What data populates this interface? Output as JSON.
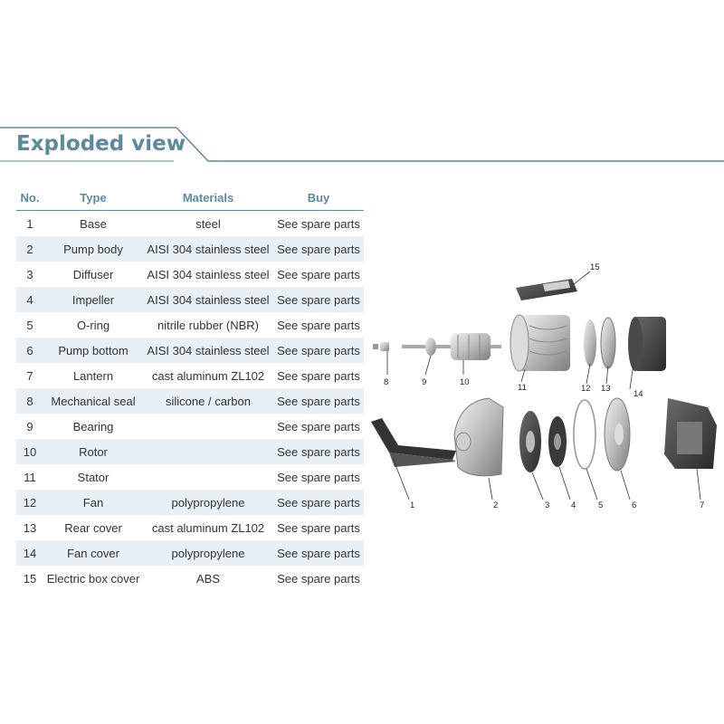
{
  "header": {
    "title": "Exploded view"
  },
  "table": {
    "columns": [
      "No.",
      "Type",
      "Materials",
      "Buy"
    ],
    "rows": [
      {
        "no": "1",
        "type": "Base",
        "material": "steel",
        "buy": "See spare parts"
      },
      {
        "no": "2",
        "type": "Pump body",
        "material": "AISI 304 stainless steel",
        "buy": "See spare parts"
      },
      {
        "no": "3",
        "type": "Diffuser",
        "material": "AISI 304 stainless steel",
        "buy": "See spare parts"
      },
      {
        "no": "4",
        "type": "Impeller",
        "material": "AISI 304 stainless steel",
        "buy": "See spare parts"
      },
      {
        "no": "5",
        "type": "O-ring",
        "material": "nitrile rubber (NBR)",
        "buy": "See spare parts"
      },
      {
        "no": "6",
        "type": "Pump bottom",
        "material": "AISI 304 stainless steel",
        "buy": "See spare parts"
      },
      {
        "no": "7",
        "type": "Lantern",
        "material": "cast aluminum ZL102",
        "buy": "See spare parts"
      },
      {
        "no": "8",
        "type": "Mechanical seal",
        "material": "silicone / carbon",
        "buy": "See spare parts"
      },
      {
        "no": "9",
        "type": "Bearing",
        "material": "",
        "buy": "See spare parts"
      },
      {
        "no": "10",
        "type": "Rotor",
        "material": "",
        "buy": "See spare parts"
      },
      {
        "no": "11",
        "type": "Stator",
        "material": "",
        "buy": "See spare parts"
      },
      {
        "no": "12",
        "type": "Fan",
        "material": "polypropylene",
        "buy": "See spare parts"
      },
      {
        "no": "13",
        "type": "Rear cover",
        "material": "cast aluminum ZL102",
        "buy": "See spare parts"
      },
      {
        "no": "14",
        "type": "Fan cover",
        "material": "polypropylene",
        "buy": "See spare parts"
      },
      {
        "no": "15",
        "type": "Electric box cover",
        "material": "ABS",
        "buy": "See spare parts"
      }
    ]
  },
  "diagram": {
    "callouts": [
      "1",
      "2",
      "3",
      "4",
      "5",
      "6",
      "7",
      "8",
      "9",
      "10",
      "11",
      "12",
      "13",
      "14",
      "15"
    ]
  },
  "colors": {
    "accent": "#5b8aa0",
    "row_alt": "#e9f0f5",
    "text": "#333333"
  }
}
